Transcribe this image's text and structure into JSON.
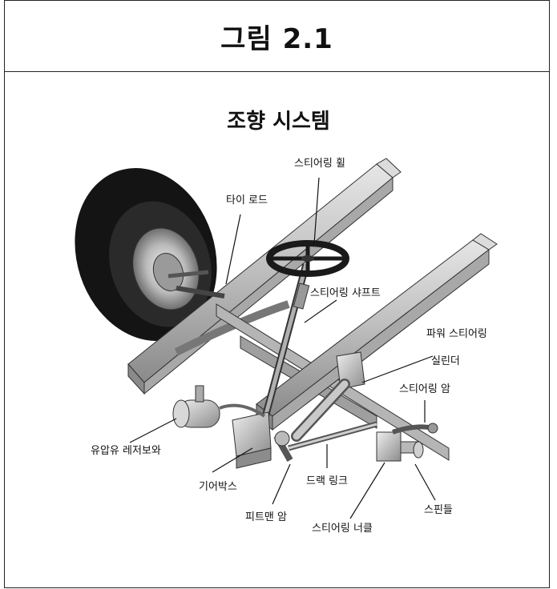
{
  "header": {
    "figure_title": "그림 2.1"
  },
  "diagram": {
    "title": "조향 시스템",
    "labels": {
      "steering_wheel": "스티어링 휠",
      "tie_rod": "타이 로드",
      "steering_shaft": "스티어링 샤프트",
      "power_steering_cylinder_1": "파워 스티어링",
      "power_steering_cylinder_2": "실린더",
      "steering_arm": "스티어링 암",
      "reservoir": "유압유 레저보와",
      "gearbox": "기어박스",
      "drag_link": "드랙 링크",
      "pitman_arm": "피트맨 암",
      "knuckle": "스티어링 너클",
      "spindle": "스핀들"
    }
  },
  "colors": {
    "line": "#111111",
    "frame_light": "#cfcfcf",
    "frame_dark": "#7a7a7a",
    "tire": "#1a1a1a"
  }
}
